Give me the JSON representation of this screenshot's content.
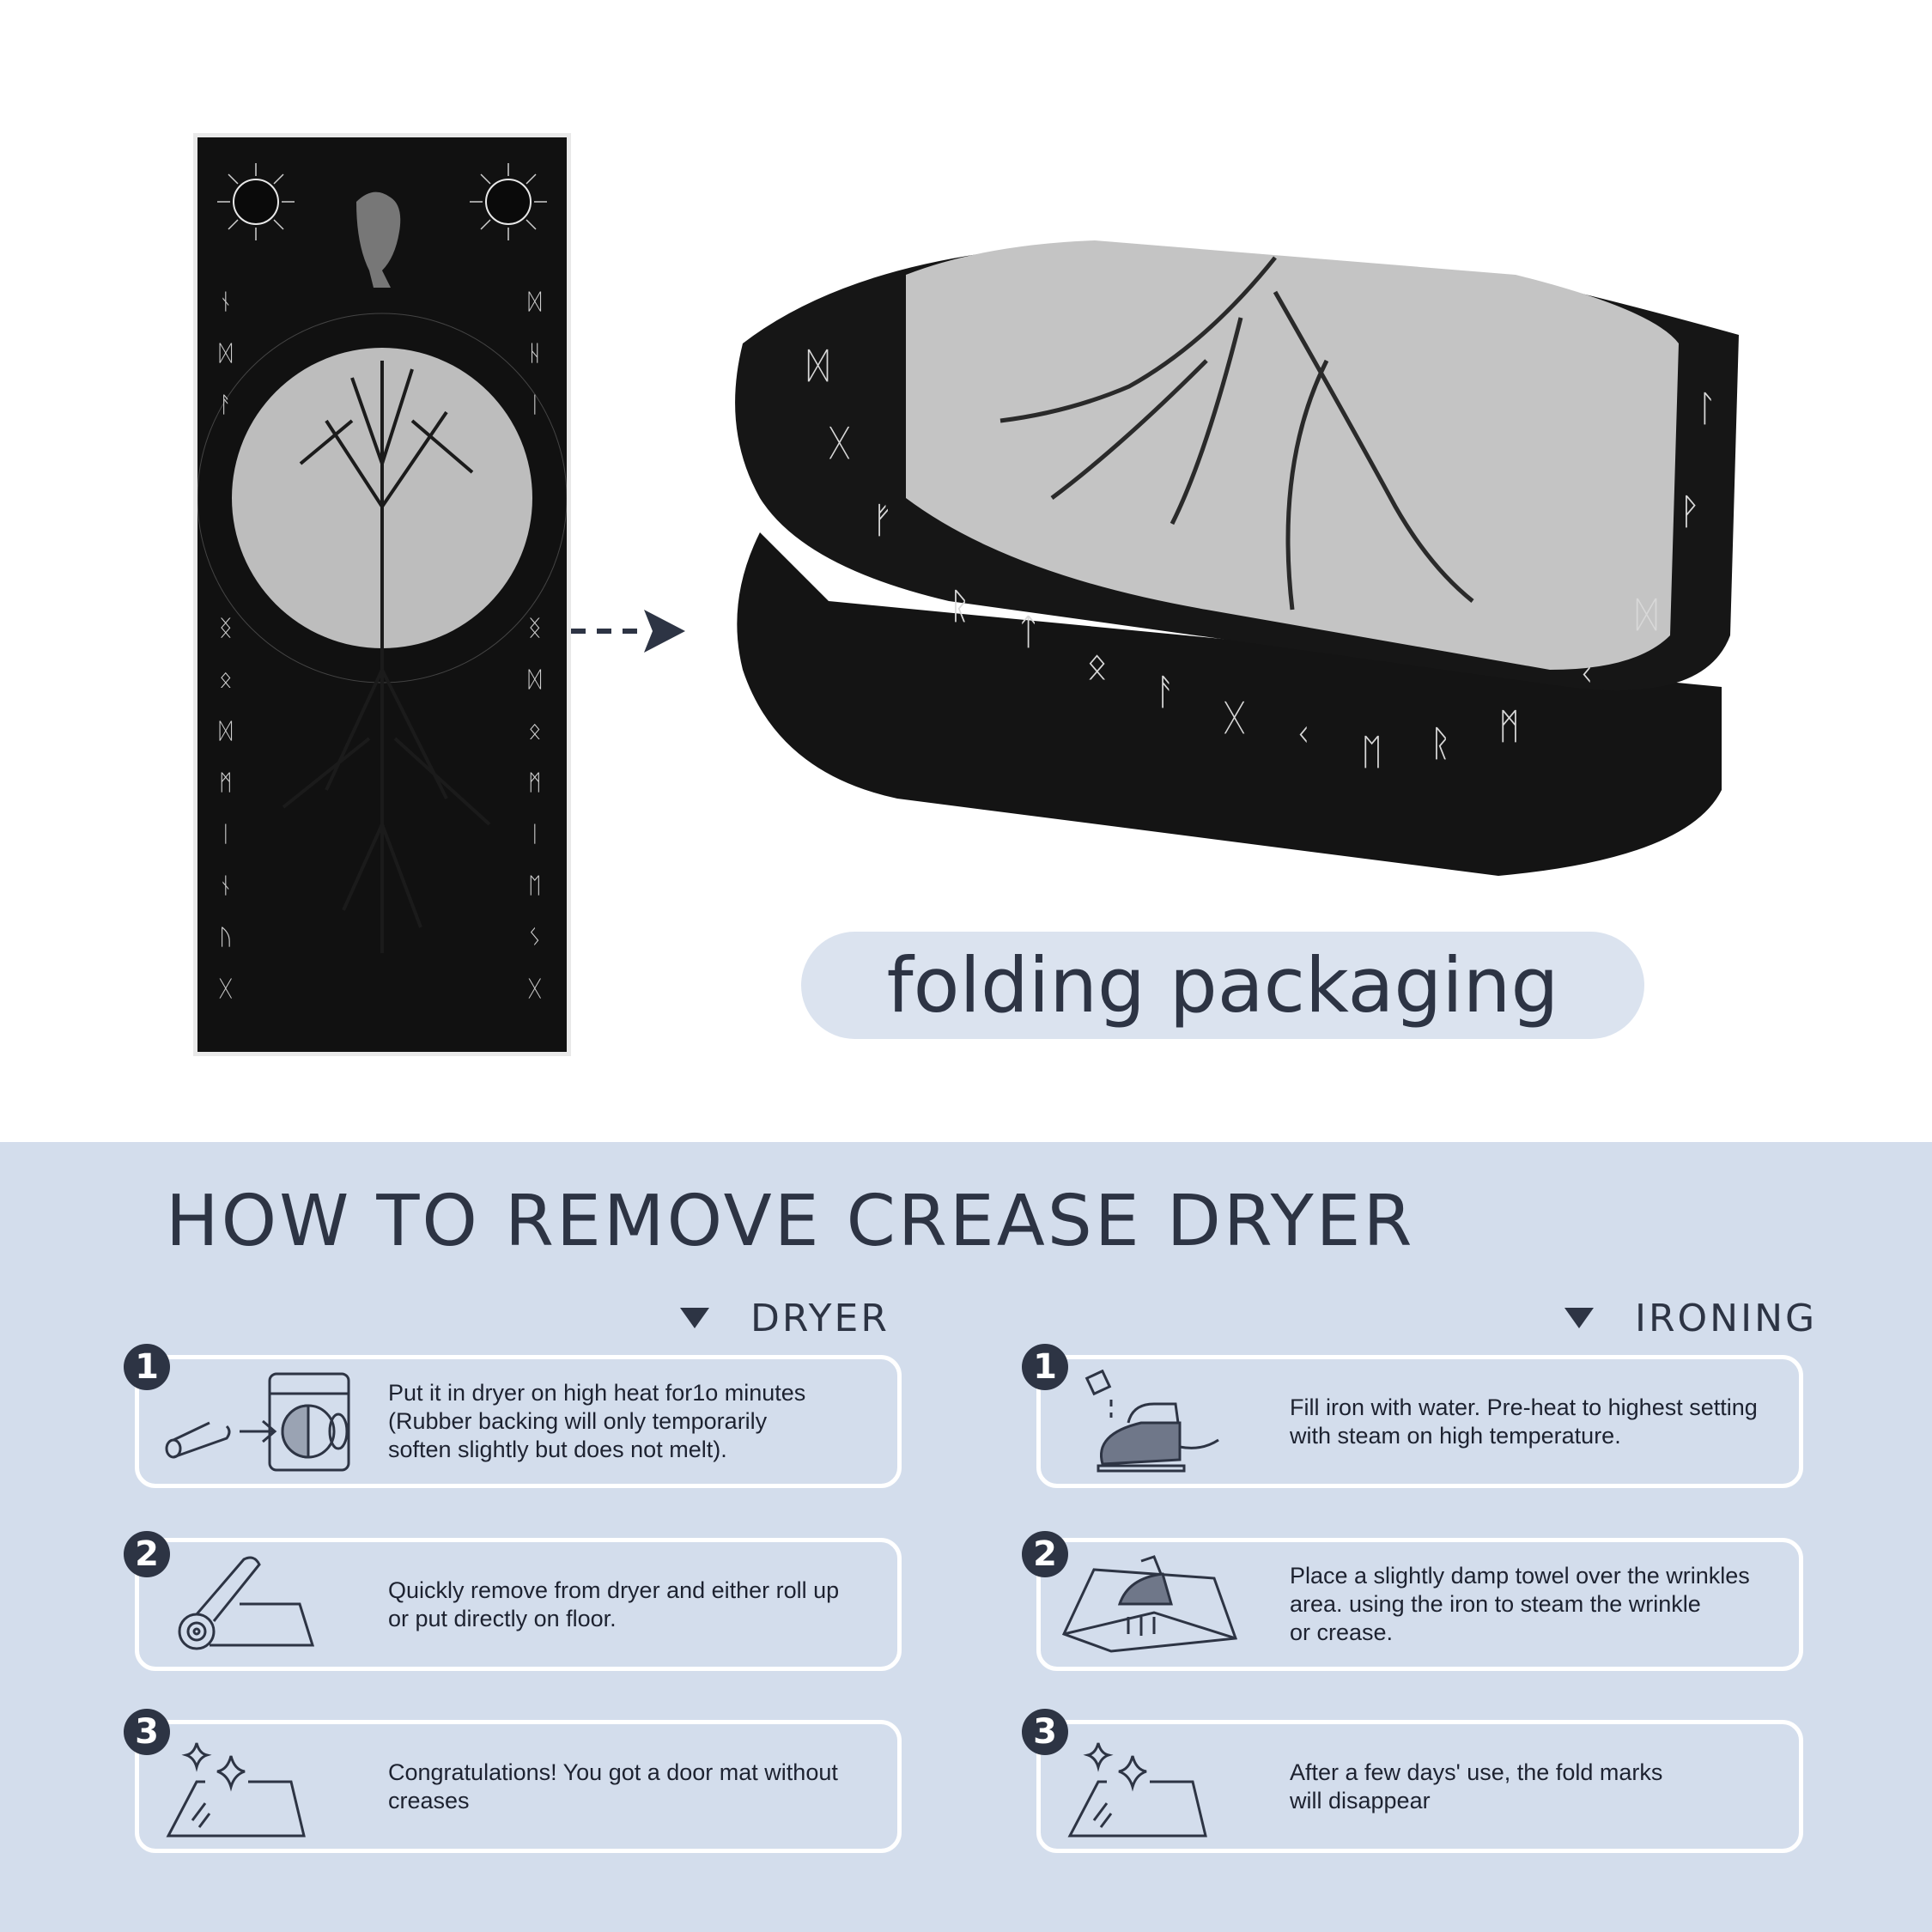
{
  "packaging": {
    "label": "folding packaging"
  },
  "section": {
    "title": "HOW TO REMOVE CREASE DRYER",
    "dryer": {
      "heading": "DRYER",
      "steps": [
        {
          "number": "1",
          "text": "Put it in dryer on high heat for1o minutes\n(Rubber backing will only temporarily\nsoften slightly but does not melt)."
        },
        {
          "number": "2",
          "text": "Quickly remove from dryer and either roll up\nor put directly on floor."
        },
        {
          "number": "3",
          "text": "Congratulations! You got a door mat without\ncreases"
        }
      ]
    },
    "ironing": {
      "heading": "IRONING",
      "steps": [
        {
          "number": "1",
          "text": "Fill iron with water. Pre-heat to highest setting\nwith steam on high temperature."
        },
        {
          "number": "2",
          "text": "Place a slightly damp towel over the wrinkles\narea. using the iron to steam the wrinkle\nor crease."
        },
        {
          "number": "3",
          "text": "After a few days' use, the fold marks\nwill disappear"
        }
      ]
    }
  },
  "colors": {
    "dark": "#2d3444",
    "panel": "#d3ddec",
    "pill": "#dbe3ef",
    "mat": "#101010"
  }
}
